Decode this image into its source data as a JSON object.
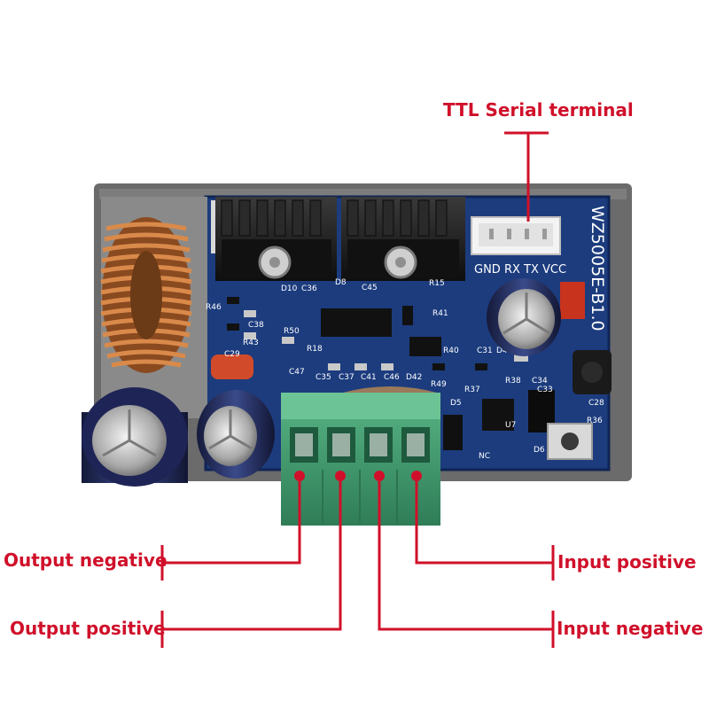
{
  "callouts": {
    "ttl_serial": "TTL Serial terminal",
    "output_negative": "Output negative",
    "output_positive": "Output positive",
    "input_positive": "Input positive",
    "input_negative": "Input negative"
  },
  "board": {
    "model": "WZ5005E-B1.0",
    "serial_pins": "GND RX TX VCC",
    "silkscreen": [
      "D10",
      "C36",
      "D8",
      "C45",
      "R15",
      "R46",
      "C38",
      "R43",
      "R50",
      "R18",
      "C29",
      "C47",
      "C35",
      "C37",
      "C41",
      "C46",
      "D42",
      "R49",
      "R41",
      "R40",
      "C31",
      "D4",
      "R37",
      "R38",
      "C34",
      "C33",
      "C28",
      "R36",
      "D5",
      "U7",
      "NC",
      "D6"
    ]
  },
  "colors": {
    "callout_red": "#d0102a",
    "pcb_blue": "#1a3a7a",
    "terminal_green": "#3f9a6e",
    "enclosure_gray": "#6a6a6a"
  }
}
